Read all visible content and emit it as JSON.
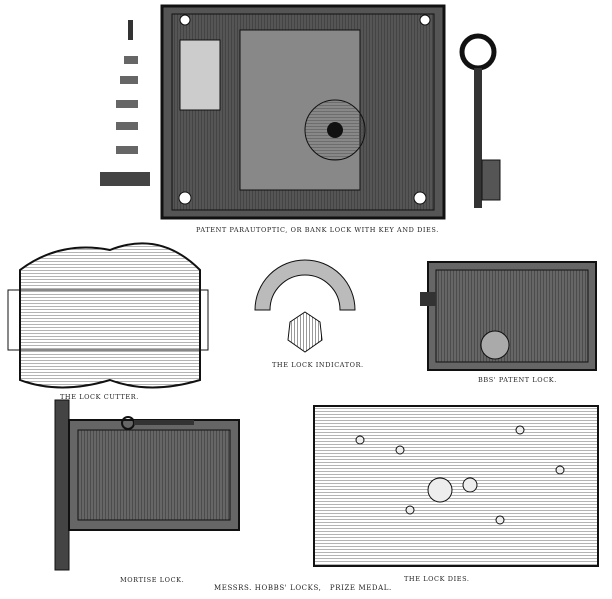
{
  "captions": {
    "bank_lock": "PATENT PARAUTOPTIC, OR BANK LOCK WITH KEY AND DIES.",
    "lock_cutter": "THE LOCK CUTTER.",
    "lock_indicator": "THE LOCK INDICATOR.",
    "patent_lock": "BBS' PATENT LOCK.",
    "mortise_lock": "MORTISE LOCK.",
    "lock_dies": "THE LOCK DIES.",
    "title": "MESSRS. HOBBS' LOCKS,   PRIZE MEDAL."
  }
}
